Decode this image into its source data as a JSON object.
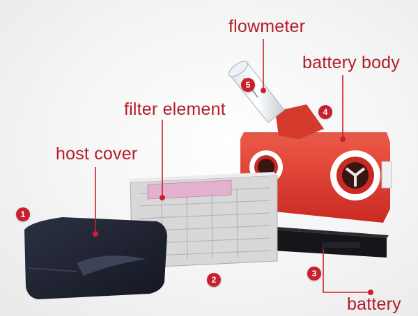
{
  "labels": {
    "flowmeter": "flowmeter",
    "battery_body": "battery body",
    "filter_element": "filter element",
    "host_cover": "host cover",
    "battery": "battery"
  },
  "badges": [
    "1",
    "2",
    "3",
    "4",
    "5"
  ],
  "colors": {
    "accent": "#c8202c",
    "label_text": "#b21e28",
    "battery_body": "#d93a2c",
    "host_cover": "#1c2030",
    "filter": "#d8d8d8",
    "battery": "#15151a"
  },
  "parts": [
    "flowmeter",
    "battery body",
    "filter element",
    "host cover",
    "battery"
  ]
}
